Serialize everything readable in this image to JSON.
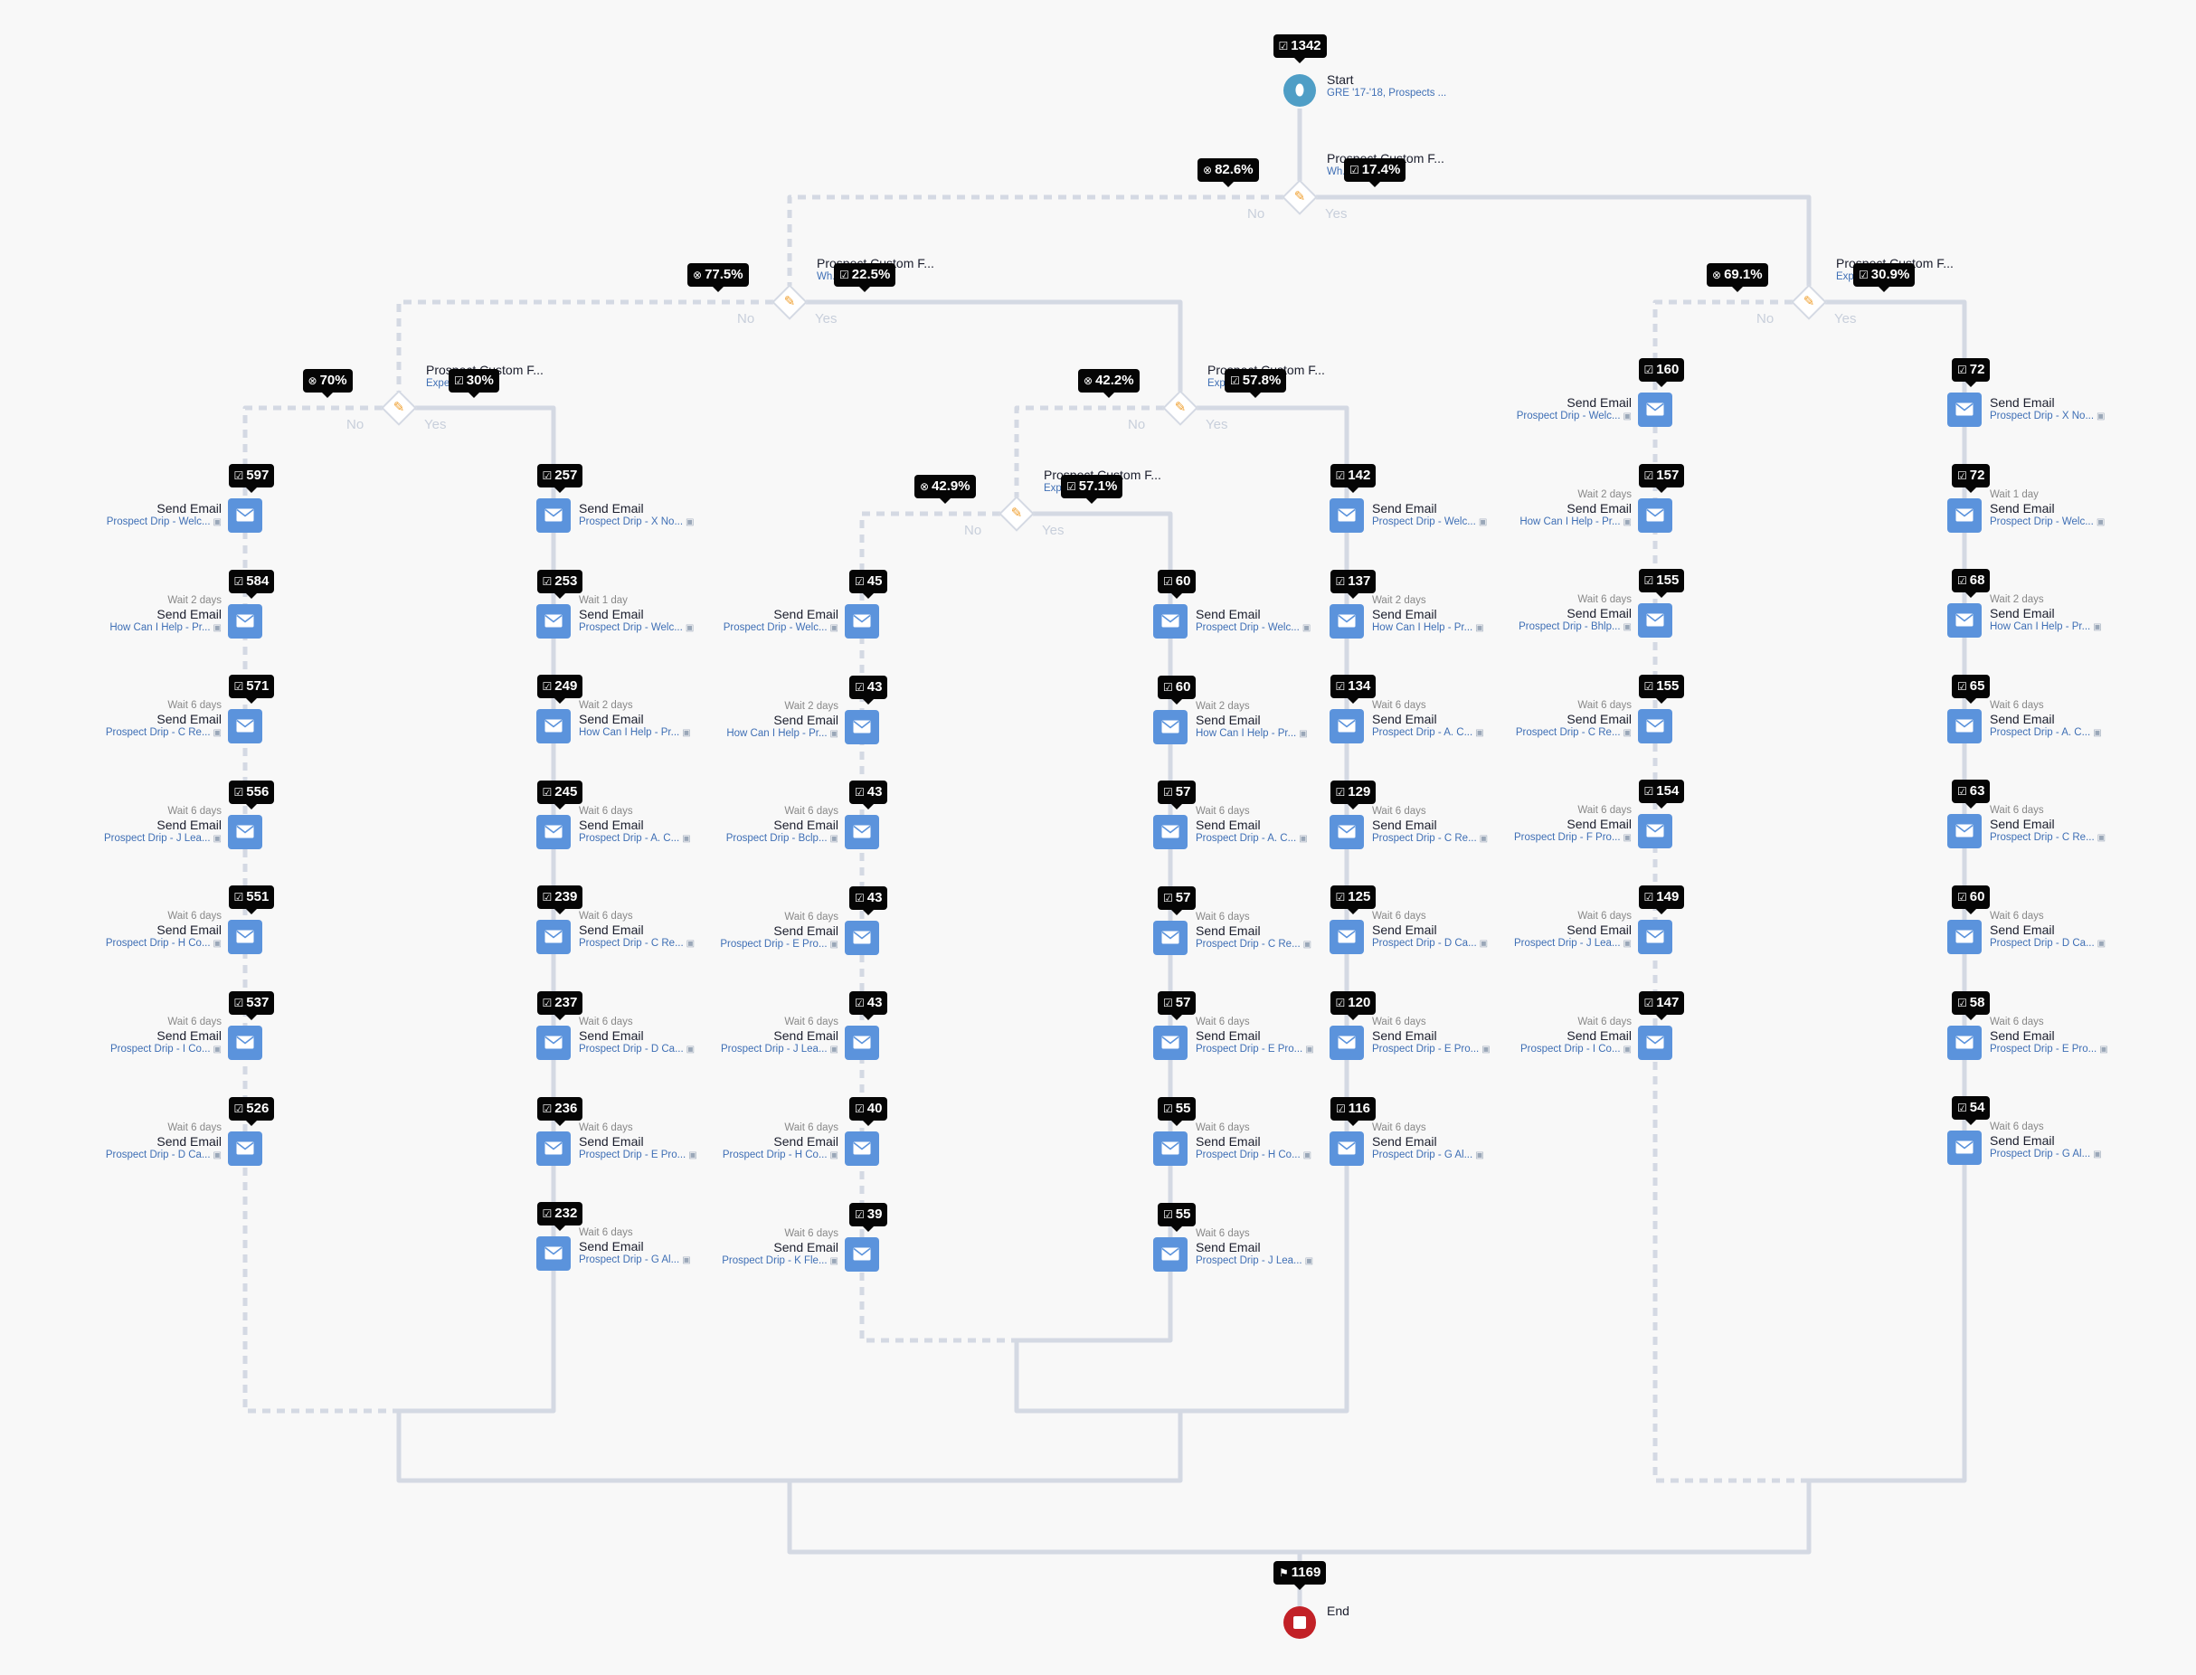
{
  "colors": {
    "email": "#5b93dc",
    "wire": "#d4d9e3",
    "pill": "#050505",
    "link": "#3f6fb5",
    "start": "#4f9ec6",
    "end": "#c22127",
    "condition_icon": "#f0a030"
  },
  "icons": {
    "email": "envelope-icon",
    "check": "checkbox-check-icon",
    "reject": "x-circle-icon",
    "flag": "flag-icon",
    "condition": "edit-pencil-icon",
    "start": "drop-icon",
    "end": "stop-icon"
  },
  "start": {
    "count": "1342",
    "title": "Start",
    "sub": "GRE '17-'18, Prospects ..."
  },
  "end": {
    "count": "1169",
    "title": "End"
  },
  "rules": [
    {
      "title": "Prospect Custom F...",
      "sub": "Wh... are ...",
      "no_pct": "82.6%",
      "yes_pct": "17.4%",
      "no": "No",
      "yes": "Yes"
    },
    {
      "title": "Prospect Custom F...",
      "sub": "Wh... are ...",
      "no_pct": "77.5%",
      "yes_pct": "22.5%",
      "no": "No",
      "yes": "Yes"
    },
    {
      "title": "Prospect Custom F...",
      "sub": "Expe... is ...",
      "no_pct": "70%",
      "yes_pct": "30%",
      "no": "No",
      "yes": "Yes"
    },
    {
      "title": "Prospect Custom F...",
      "sub": "Exp... is ...",
      "no_pct": "42.2%",
      "yes_pct": "57.8%",
      "no": "No",
      "yes": "Yes"
    },
    {
      "title": "Prospect Custom F...",
      "sub": "Exp... is ...",
      "no_pct": "42.9%",
      "yes_pct": "57.1%",
      "no": "No",
      "yes": "Yes"
    },
    {
      "title": "Prospect Custom F...",
      "sub": "Exp... is ...",
      "no_pct": "69.1%",
      "yes_pct": "30.9%",
      "no": "No",
      "yes": "Yes"
    }
  ],
  "columns": [
    {
      "side": "left",
      "steps": [
        {
          "count": "597",
          "wait": "",
          "title": "Send Email",
          "sub": "Prospect Drip - Welc..."
        },
        {
          "count": "584",
          "wait": "Wait 2 days",
          "title": "Send Email",
          "sub": "How Can I Help - Pr..."
        },
        {
          "count": "571",
          "wait": "Wait 6 days",
          "title": "Send Email",
          "sub": "Prospect Drip - C Re..."
        },
        {
          "count": "556",
          "wait": "Wait 6 days",
          "title": "Send Email",
          "sub": "Prospect Drip - J Lea..."
        },
        {
          "count": "551",
          "wait": "Wait 6 days",
          "title": "Send Email",
          "sub": "Prospect Drip - H Co..."
        },
        {
          "count": "537",
          "wait": "Wait 6 days",
          "title": "Send Email",
          "sub": "Prospect Drip - I Co..."
        },
        {
          "count": "526",
          "wait": "Wait 6 days",
          "title": "Send Email",
          "sub": "Prospect Drip - D Ca..."
        }
      ]
    },
    {
      "side": "right",
      "steps": [
        {
          "count": "257",
          "wait": "",
          "title": "Send Email",
          "sub": "Prospect Drip - X No..."
        },
        {
          "count": "253",
          "wait": "Wait 1 day",
          "title": "Send Email",
          "sub": "Prospect Drip - Welc..."
        },
        {
          "count": "249",
          "wait": "Wait 2 days",
          "title": "Send Email",
          "sub": "How Can I Help - Pr..."
        },
        {
          "count": "245",
          "wait": "Wait 6 days",
          "title": "Send Email",
          "sub": "Prospect Drip - A. C..."
        },
        {
          "count": "239",
          "wait": "Wait 6 days",
          "title": "Send Email",
          "sub": "Prospect Drip - C Re..."
        },
        {
          "count": "237",
          "wait": "Wait 6 days",
          "title": "Send Email",
          "sub": "Prospect Drip - D Ca..."
        },
        {
          "count": "236",
          "wait": "Wait 6 days",
          "title": "Send Email",
          "sub": "Prospect Drip - E Pro..."
        },
        {
          "count": "232",
          "wait": "Wait 6 days",
          "title": "Send Email",
          "sub": "Prospect Drip - G Al..."
        }
      ]
    },
    {
      "side": "left",
      "steps": [
        {
          "count": "45",
          "wait": "",
          "title": "Send Email",
          "sub": "Prospect Drip - Welc..."
        },
        {
          "count": "43",
          "wait": "Wait 2 days",
          "title": "Send Email",
          "sub": "How Can I Help - Pr..."
        },
        {
          "count": "43",
          "wait": "Wait 6 days",
          "title": "Send Email",
          "sub": "Prospect Drip - Bclp..."
        },
        {
          "count": "43",
          "wait": "Wait 6 days",
          "title": "Send Email",
          "sub": "Prospect Drip - E Pro..."
        },
        {
          "count": "43",
          "wait": "Wait 6 days",
          "title": "Send Email",
          "sub": "Prospect Drip - J Lea..."
        },
        {
          "count": "40",
          "wait": "Wait 6 days",
          "title": "Send Email",
          "sub": "Prospect Drip - H Co..."
        },
        {
          "count": "39",
          "wait": "Wait 6 days",
          "title": "Send Email",
          "sub": "Prospect Drip - K Fle..."
        }
      ]
    },
    {
      "side": "right",
      "steps": [
        {
          "count": "60",
          "wait": "",
          "title": "Send Email",
          "sub": "Prospect Drip - Welc..."
        },
        {
          "count": "60",
          "wait": "Wait 2 days",
          "title": "Send Email",
          "sub": "How Can I Help - Pr..."
        },
        {
          "count": "57",
          "wait": "Wait 6 days",
          "title": "Send Email",
          "sub": "Prospect Drip - A. C..."
        },
        {
          "count": "57",
          "wait": "Wait 6 days",
          "title": "Send Email",
          "sub": "Prospect Drip - C Re..."
        },
        {
          "count": "57",
          "wait": "Wait 6 days",
          "title": "Send Email",
          "sub": "Prospect Drip - E Pro..."
        },
        {
          "count": "55",
          "wait": "Wait 6 days",
          "title": "Send Email",
          "sub": "Prospect Drip - H Co..."
        },
        {
          "count": "55",
          "wait": "Wait 6 days",
          "title": "Send Email",
          "sub": "Prospect Drip - J Lea..."
        }
      ]
    },
    {
      "side": "right",
      "steps": [
        {
          "count": "142",
          "wait": "",
          "title": "Send Email",
          "sub": "Prospect Drip - Welc..."
        },
        {
          "count": "137",
          "wait": "Wait 2 days",
          "title": "Send Email",
          "sub": "How Can I Help - Pr..."
        },
        {
          "count": "134",
          "wait": "Wait 6 days",
          "title": "Send Email",
          "sub": "Prospect Drip - A. C..."
        },
        {
          "count": "129",
          "wait": "Wait 6 days",
          "title": "Send Email",
          "sub": "Prospect Drip - C Re..."
        },
        {
          "count": "125",
          "wait": "Wait 6 days",
          "title": "Send Email",
          "sub": "Prospect Drip - D Ca..."
        },
        {
          "count": "120",
          "wait": "Wait 6 days",
          "title": "Send Email",
          "sub": "Prospect Drip - E Pro..."
        },
        {
          "count": "116",
          "wait": "Wait 6 days",
          "title": "Send Email",
          "sub": "Prospect Drip - G Al..."
        }
      ]
    },
    {
      "side": "left",
      "steps": [
        {
          "count": "160",
          "wait": "",
          "title": "Send Email",
          "sub": "Prospect Drip - Welc..."
        },
        {
          "count": "157",
          "wait": "Wait 2 days",
          "title": "Send Email",
          "sub": "How Can I Help - Pr..."
        },
        {
          "count": "155",
          "wait": "Wait 6 days",
          "title": "Send Email",
          "sub": "Prospect Drip - Bhlp..."
        },
        {
          "count": "155",
          "wait": "Wait 6 days",
          "title": "Send Email",
          "sub": "Prospect Drip - C Re..."
        },
        {
          "count": "154",
          "wait": "Wait 6 days",
          "title": "Send Email",
          "sub": "Prospect Drip - F Pro..."
        },
        {
          "count": "149",
          "wait": "Wait 6 days",
          "title": "Send Email",
          "sub": "Prospect Drip - J Lea..."
        },
        {
          "count": "147",
          "wait": "Wait 6 days",
          "title": "Send Email",
          "sub": "Prospect Drip - I Co..."
        }
      ]
    },
    {
      "side": "right",
      "steps": [
        {
          "count": "72",
          "wait": "",
          "title": "Send Email",
          "sub": "Prospect Drip - X No..."
        },
        {
          "count": "72",
          "wait": "Wait 1 day",
          "title": "Send Email",
          "sub": "Prospect Drip - Welc..."
        },
        {
          "count": "68",
          "wait": "Wait 2 days",
          "title": "Send Email",
          "sub": "How Can I Help - Pr..."
        },
        {
          "count": "65",
          "wait": "Wait 6 days",
          "title": "Send Email",
          "sub": "Prospect Drip - A. C..."
        },
        {
          "count": "63",
          "wait": "Wait 6 days",
          "title": "Send Email",
          "sub": "Prospect Drip - C Re..."
        },
        {
          "count": "60",
          "wait": "Wait 6 days",
          "title": "Send Email",
          "sub": "Prospect Drip - D Ca..."
        },
        {
          "count": "58",
          "wait": "Wait 6 days",
          "title": "Send Email",
          "sub": "Prospect Drip - E Pro..."
        },
        {
          "count": "54",
          "wait": "Wait 6 days",
          "title": "Send Email",
          "sub": "Prospect Drip - G Al..."
        }
      ]
    }
  ]
}
